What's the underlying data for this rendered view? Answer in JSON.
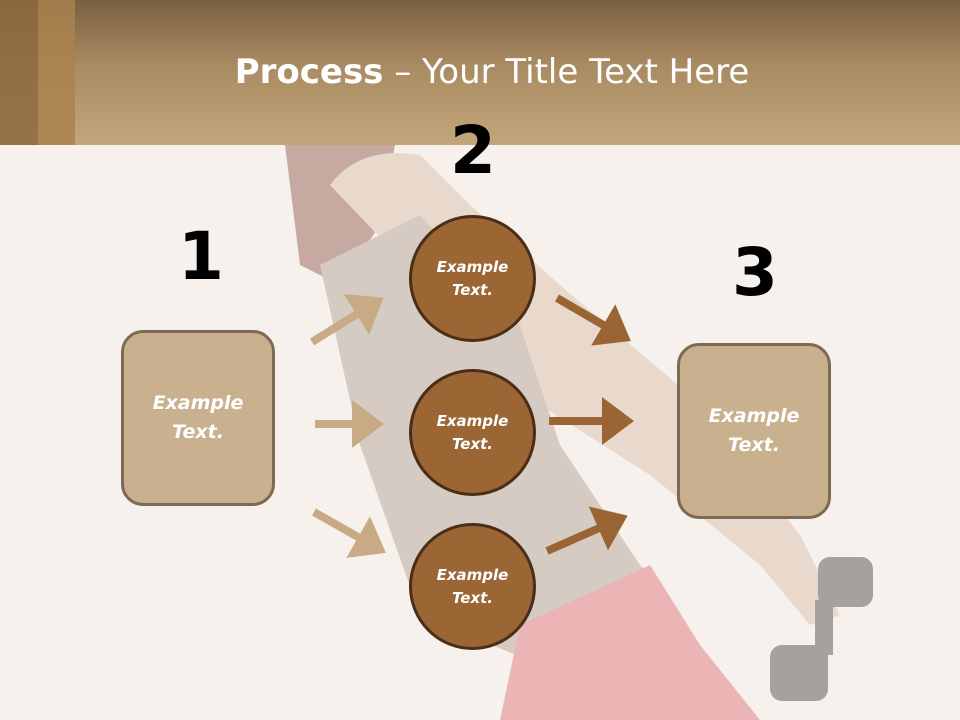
{
  "slide": {
    "title_bold": "Process",
    "title_rest": " – Your Title Text Here"
  },
  "steps": [
    {
      "number": "1",
      "text": "Example\nText."
    },
    {
      "number": "2",
      "text": "Example\nText."
    },
    {
      "number": "3",
      "text": "Example\nText."
    }
  ],
  "circles": [
    {
      "text": "Example\nText."
    },
    {
      "text": "Example\nText."
    },
    {
      "text": "Example\nText."
    }
  ],
  "colors": {
    "header": "#b3946a",
    "box_fill": "#c9b18f",
    "circle_fill": "#9b6633",
    "arrow_light": "#c8ab84",
    "arrow_dark": "#9a6533"
  }
}
